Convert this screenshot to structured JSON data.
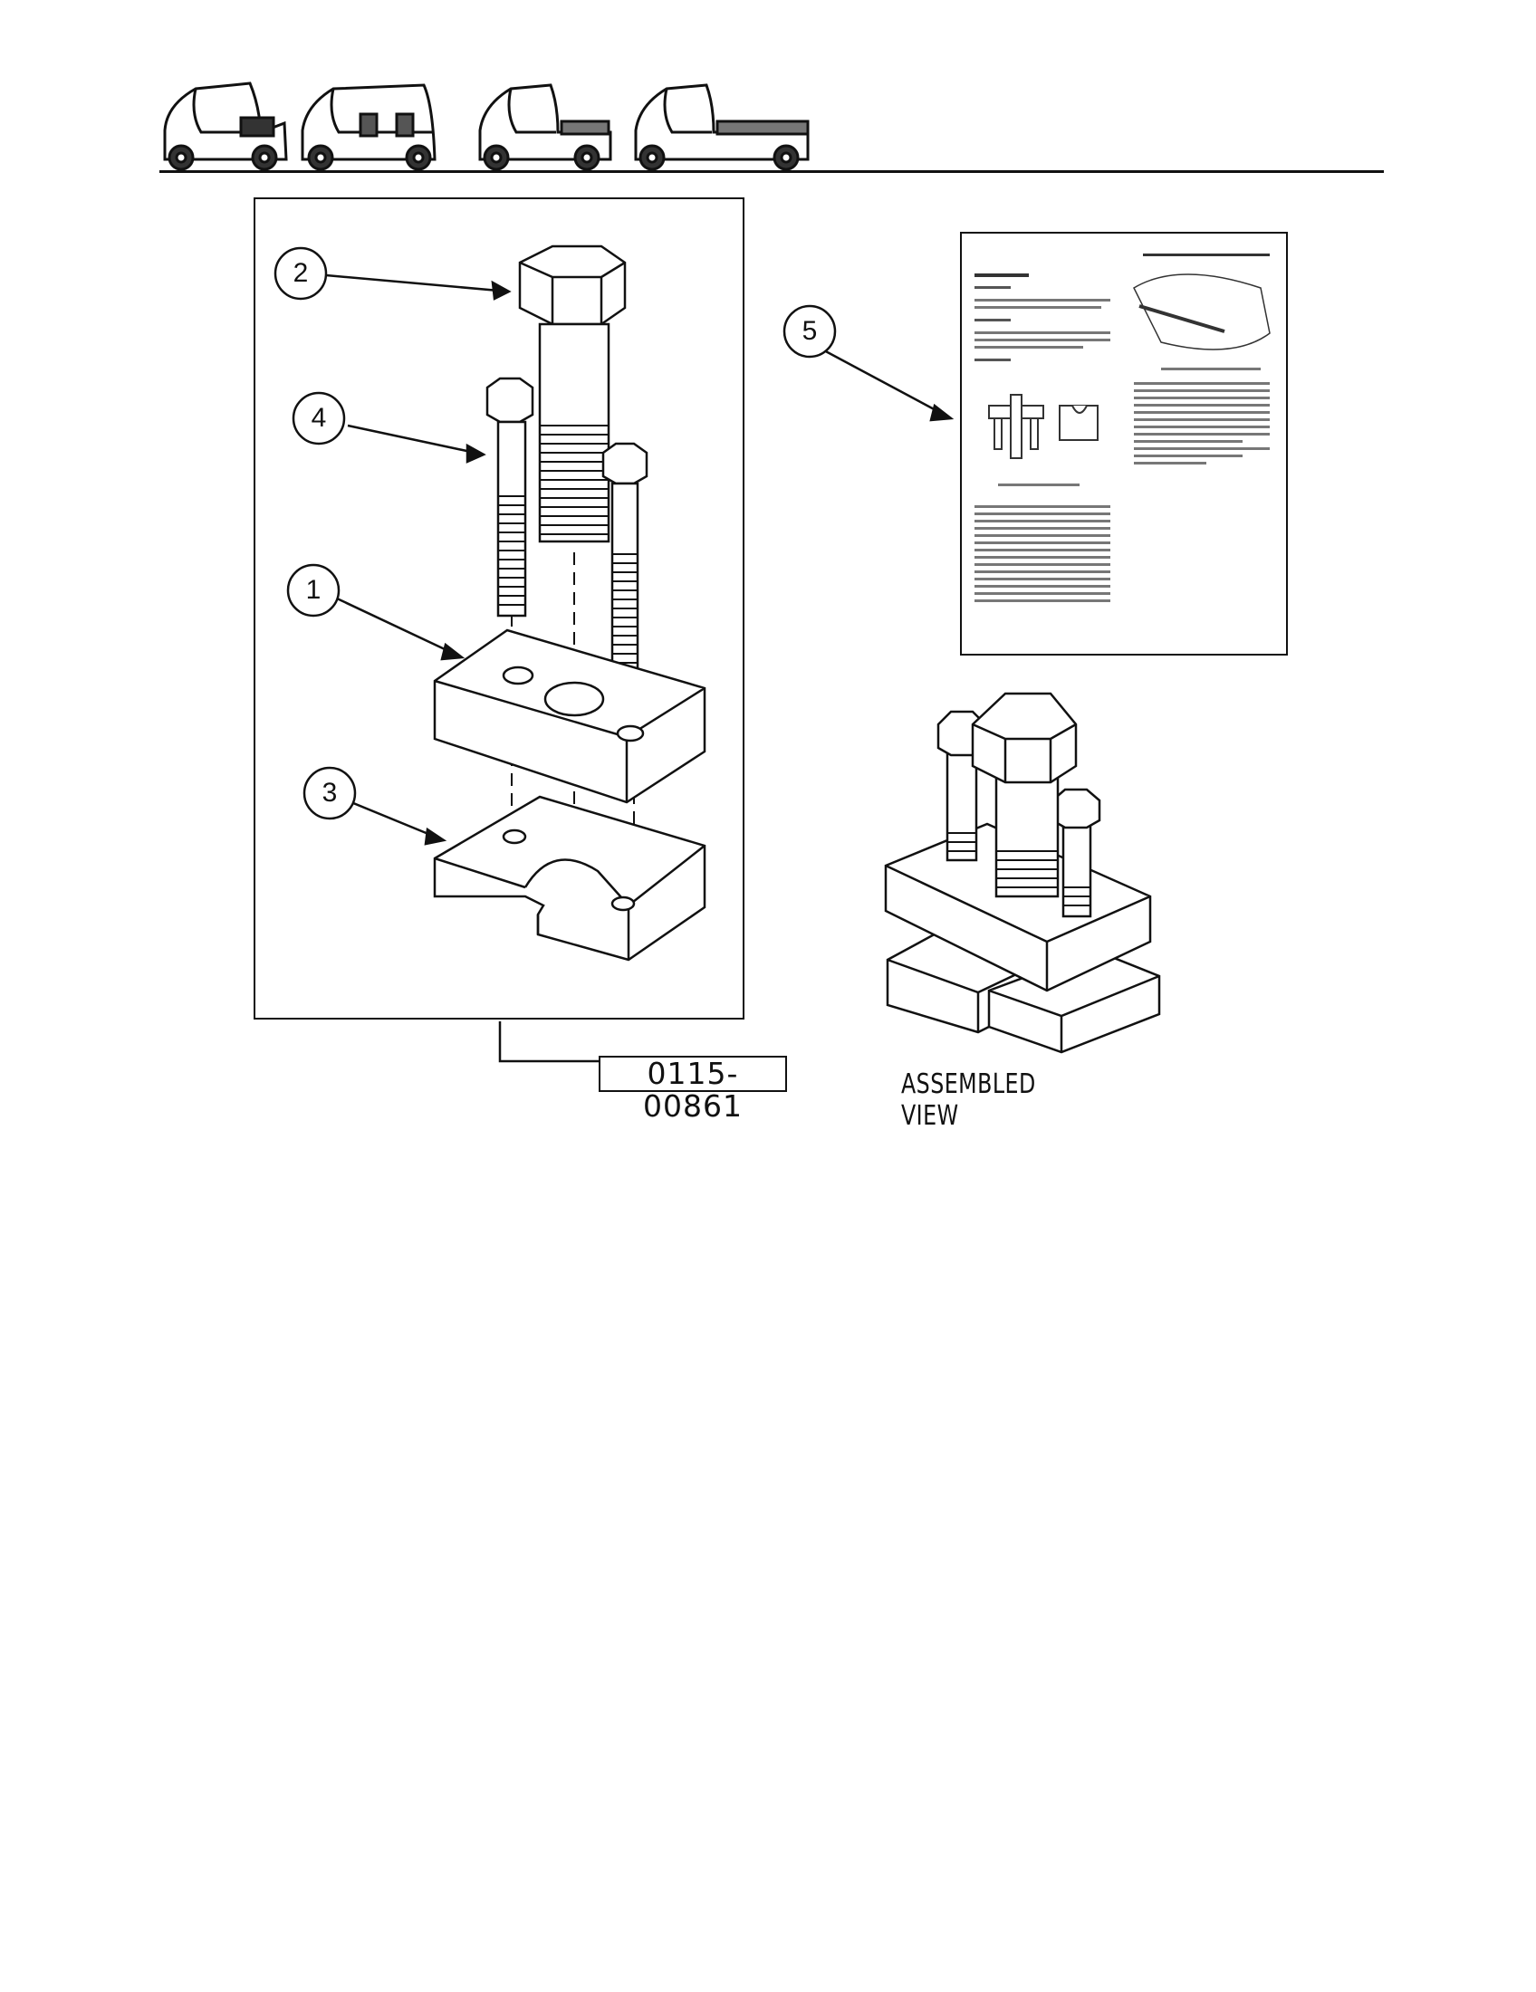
{
  "callouts": {
    "c1": "1",
    "c2": "2",
    "c3": "3",
    "c4": "4",
    "c5": "5"
  },
  "part_number": "0115-00861",
  "assembled_view_label": "ASSEMBLED VIEW",
  "icons": {
    "vehicles": [
      "two-seat-vehicle-icon",
      "four-seat-vehicle-icon",
      "short-bed-vehicle-icon",
      "long-bed-vehicle-icon"
    ],
    "manual_page": "service-manual-page-thumbnail"
  }
}
